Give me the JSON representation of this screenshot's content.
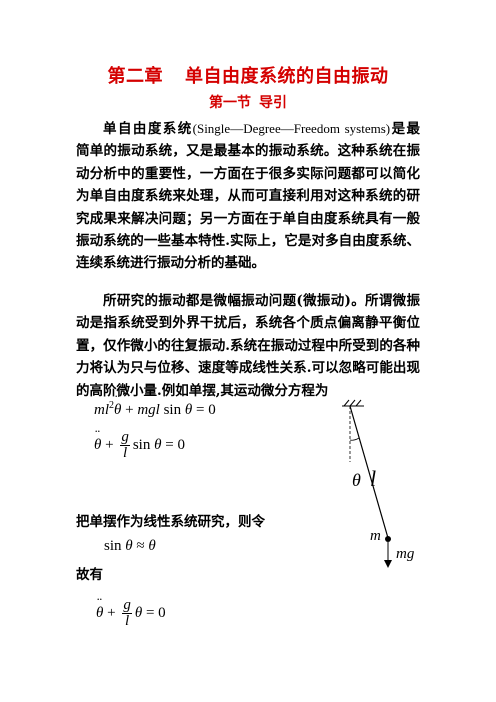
{
  "chapter": {
    "number": "第二章",
    "title": "单自由度系统的自由振动"
  },
  "section": {
    "number": "第一节",
    "title": "导引"
  },
  "paragraphs": {
    "p1_a": "单自由度系统",
    "p1_latin": "(Single—Degree—Freedom systems)",
    "p1_b": "是最简单的振动系统，又是最基本的振动系统。这种系统在振动分析中的重要性，一方面在于很多实际问题都可以简化为单自由度系统来处理，从而可直接利用对这种系统的研究成果来解决问题；另一方面在于单自由度系统具有一般振动系统的一些基本特性.实际上，它是对多自由度系统、连续系统进行振动分析的基础。",
    "p2": "所研究的振动都是微幅振动问题(微振动)。所谓微振动是指系统受到外界干扰后，系统各个质点偏离静平衡位置，仅作微小的往复振动.系统在振动过程中所受到的各种力将认为只与位移、速度等成线性关系.可以忽略可能出现的高阶微小量.例如单摆,其运动微分方程为"
  },
  "equations": {
    "eq1": {
      "left_a": "ml",
      "sup": "2",
      "theta": "θ",
      "plus": " + ",
      "mid": "mgl",
      "sin": " sin ",
      "rhs": " = 0"
    },
    "eq2": {
      "theta": "θ",
      "plus": " + ",
      "num": "g",
      "den": "l",
      "sin": "sin ",
      "rhs": " = 0"
    },
    "eq3": {
      "sin": "sin ",
      "theta": "θ",
      "approx": " ≈ ",
      "theta2": "θ"
    },
    "eq4": {
      "theta": "θ",
      "plus": " + ",
      "num": "g",
      "den": "l",
      "rhs": " = 0"
    }
  },
  "text_lines": {
    "linearize": "把单摆作为线性系统研究，则令",
    "therefore": "故有"
  },
  "figure": {
    "angle_label": "θ",
    "length_label": "l",
    "mass_label": "m",
    "force_label": "mg"
  }
}
